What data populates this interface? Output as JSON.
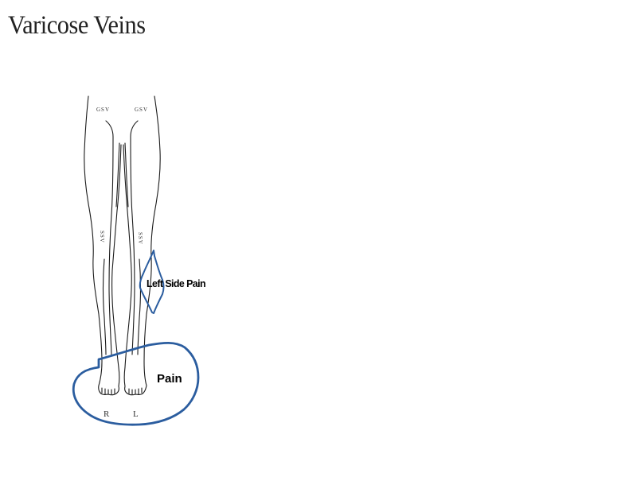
{
  "title": "Varicose Veins",
  "labels": {
    "gsv_right": "GSV",
    "gsv_left": "GSV",
    "ssv_right": "SSV",
    "ssv_left": "SSV",
    "foot_right": "R",
    "foot_left": "L"
  },
  "annotations": {
    "calf_pain": "Left Side Pain",
    "feet_pain": "Pain"
  },
  "colors": {
    "annotation_stroke": "#2b5d9f"
  }
}
